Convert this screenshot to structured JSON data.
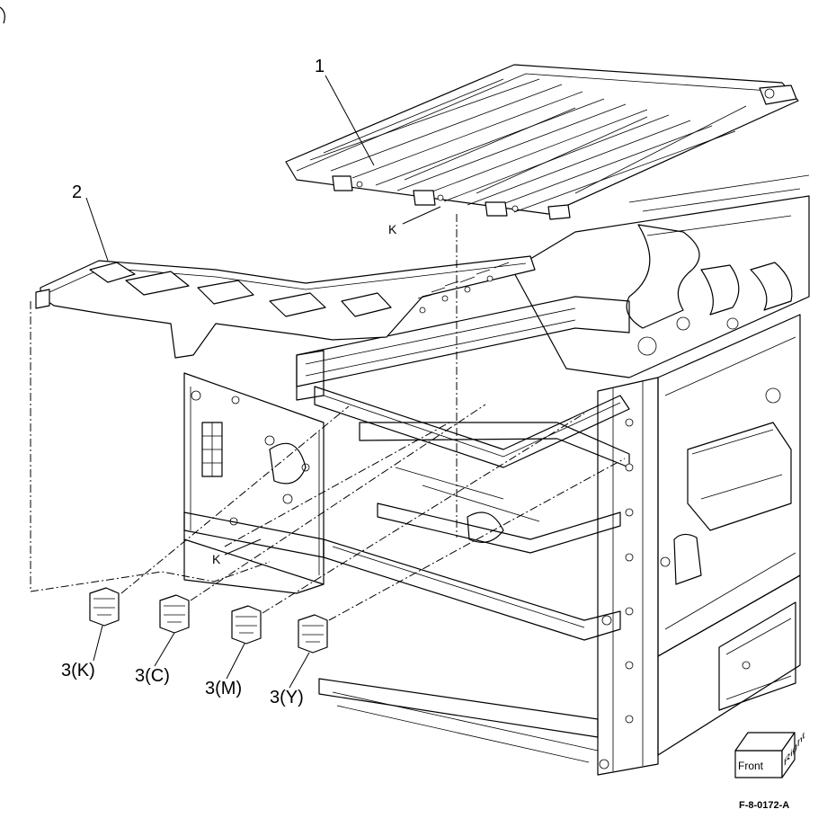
{
  "callouts": {
    "part_1": "1",
    "part_2": "2",
    "ref_k_top": "K",
    "ref_k_bottom": "K",
    "sensor_k": "3(K)",
    "sensor_c": "3(C)",
    "sensor_m": "3(M)",
    "sensor_y": "3(Y)"
  },
  "orientation": {
    "front": "Front",
    "right": "Right"
  },
  "figure_id": "F-8-0172-A"
}
